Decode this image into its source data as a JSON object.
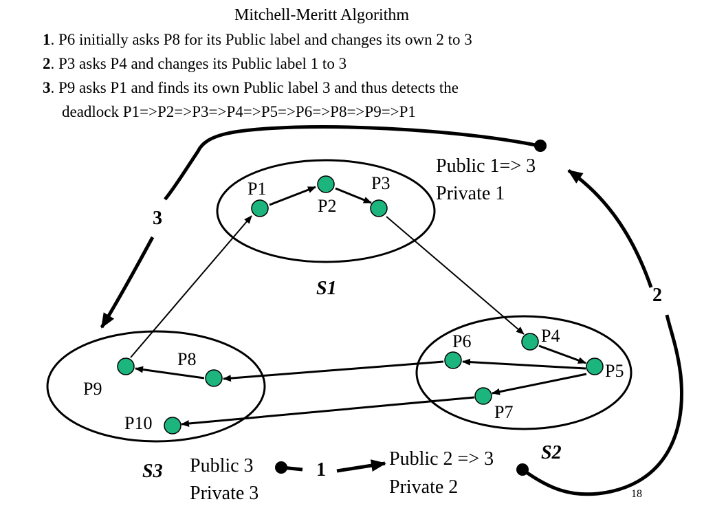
{
  "title": "Mitchell-Meritt Algorithm",
  "steps": [
    {
      "num": "1",
      "text": ". P6 initially asks P8 for its Public label and changes its own 2 to 3"
    },
    {
      "num": "2",
      "text": ". P3 asks P4 and changes its Public label 1 to 3"
    },
    {
      "num": "3",
      "text": ". P9 asks P1 and finds its own Public label 3 and thus detects the"
    }
  ],
  "step3_cont": "deadlock P1=>P2=>P3=>P4=>P5=>P6=>P8=>P9=>P1",
  "processes": {
    "p1": "P1",
    "p2": "P2",
    "p3": "P3",
    "p4": "P4",
    "p5": "P5",
    "p6": "P6",
    "p7": "P7",
    "p8": "P8",
    "p9": "P9",
    "p10": "P10"
  },
  "sites": {
    "s1": "S1",
    "s2": "S2",
    "s3": "S3"
  },
  "labels": {
    "s1_public": "Public 1=> 3",
    "s1_private": "Private 1",
    "s2_public": "Public 2 => 3",
    "s2_private": "Private 2",
    "s3_public": "Public 3",
    "s3_private": "Private 3"
  },
  "arrow_numbers": {
    "a1": "1",
    "a2": "2",
    "a3": "3"
  },
  "page_number": "18",
  "colors": {
    "node_fill": "#1db57e",
    "stroke": "#000000"
  }
}
